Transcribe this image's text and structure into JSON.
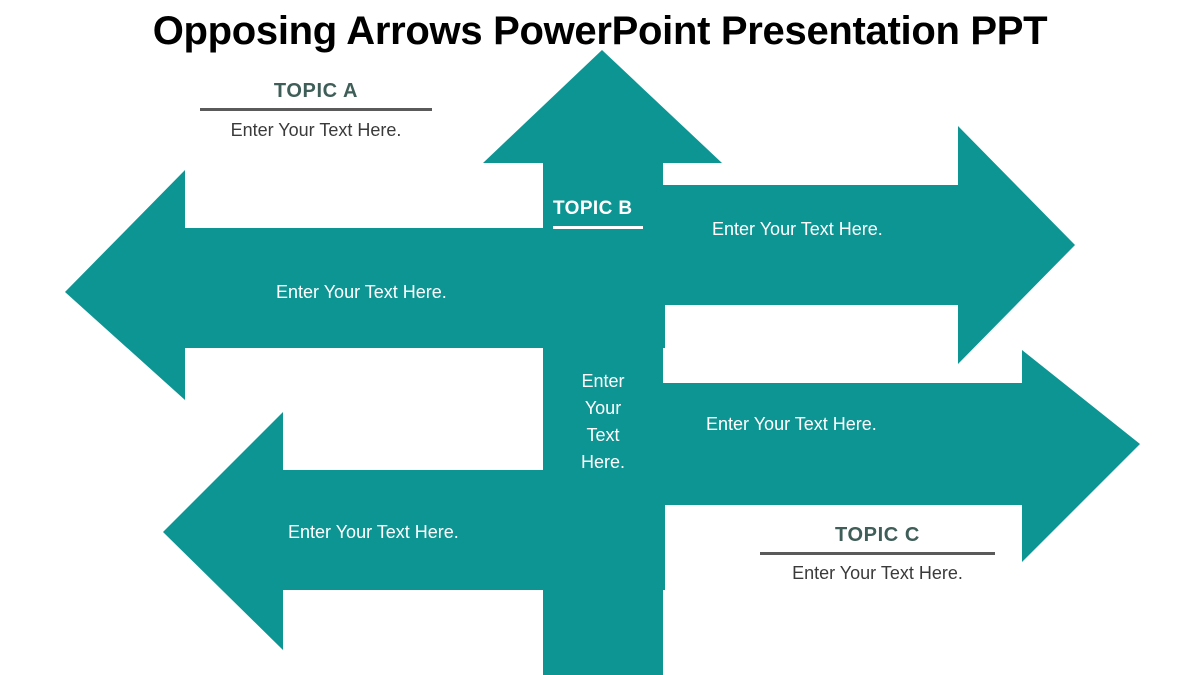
{
  "slide": {
    "title": "Opposing Arrows PowerPoint Presentation PPT",
    "background_color": "#ffffff",
    "accent_color": "#0d9594",
    "topic_heading_color": "#3f5e58",
    "body_text_color": "#3a3a3a",
    "on_accent_text_color": "#ffffff"
  },
  "topics": {
    "a": {
      "heading": "TOPIC A",
      "body": "Enter Your Text Here."
    },
    "b": {
      "heading": "TOPIC B"
    },
    "c": {
      "heading": "TOPIC C",
      "body": "Enter Your Text Here."
    }
  },
  "arrows": [
    {
      "id": "arrow-up",
      "direction": "up",
      "label_lines": [
        "Enter",
        "Your",
        "Text",
        "Here."
      ],
      "label": "Enter Your Text Here."
    },
    {
      "id": "arrow-left-upper",
      "direction": "left",
      "label": "Enter Your Text Here."
    },
    {
      "id": "arrow-right-upper",
      "direction": "right",
      "label": "Enter Your Text Here."
    },
    {
      "id": "arrow-left-lower",
      "direction": "left",
      "label": "Enter Your Text Here."
    },
    {
      "id": "arrow-right-lower",
      "direction": "right",
      "label": "Enter Your Text Here."
    }
  ]
}
